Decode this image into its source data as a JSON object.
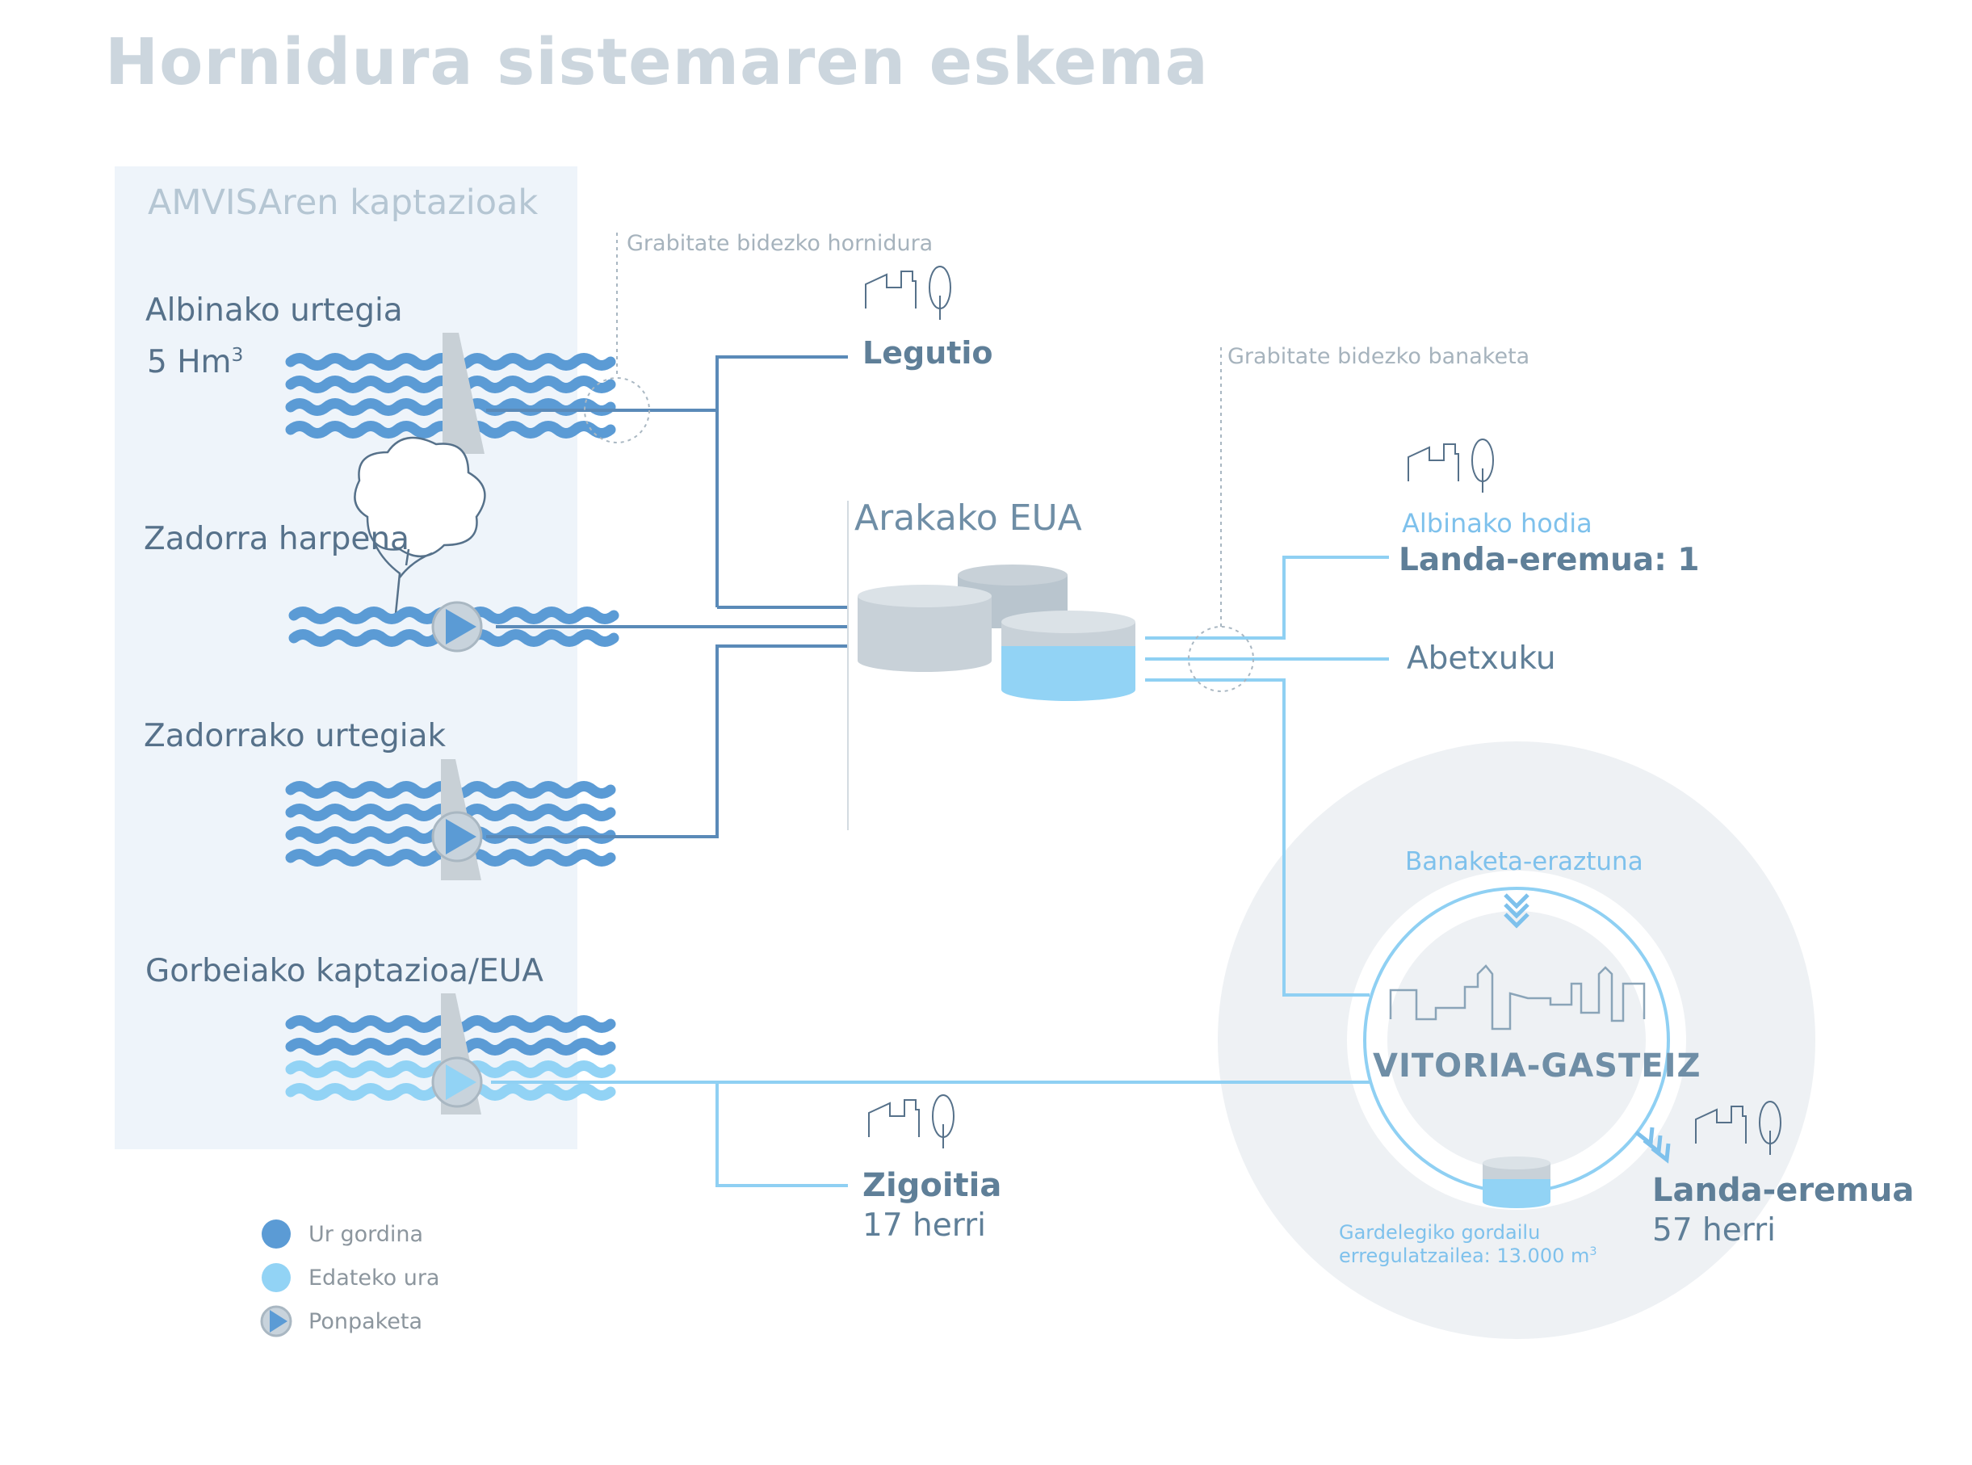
{
  "title": "Hornidura sistemaren eskema",
  "panel_title": "AMVISAren kaptazioak",
  "sources": {
    "albina": {
      "name": "Albinako urtegia",
      "volume": "5 Hm",
      "volume_sup": "3"
    },
    "zadorra_harpena": {
      "name": "Zadorra harpena"
    },
    "zadorra_urtegiak": {
      "name": "Zadorrako urtegiak"
    },
    "gorbeia": {
      "name": "Gorbeiako kaptazioa/EUA"
    }
  },
  "flow_labels": {
    "gravity_supply": "Grabitate bidezko hornidura",
    "gravity_distribution": "Grabitate bidezko banaketa"
  },
  "nodes": {
    "legutio": {
      "name": "Legutio"
    },
    "arakako_eua": {
      "name": "Arakako EUA"
    },
    "albinako_hodia": {
      "name": "Albinako hodia"
    },
    "landa_eremua_1": {
      "name": "Landa-eremua: 1"
    },
    "abetxuku": {
      "name": "Abetxuku"
    },
    "banaketa_eraztuna": {
      "name": "Banaketa-eraztuna"
    },
    "vitoria_gasteiz": {
      "name": "VITORIA-GASTEIZ"
    },
    "gardelegi": {
      "line1": "Gardelegiko gordailu",
      "line2": "erregulatzailea: 13.000 m",
      "sup": "3"
    },
    "zigoitia": {
      "name": "Zigoitia",
      "count": "17 herri"
    },
    "landa_eremua_2": {
      "name": "Landa-eremua",
      "count": "57 herri"
    }
  },
  "legend": {
    "raw_water": "Ur gordina",
    "drinking_water": "Edateko ura",
    "pumping": "Ponpaketa"
  },
  "colors": {
    "raw_water": "#5b9bd5",
    "drinking_water": "#92d3f5",
    "pump_fill": "#c8d3dc",
    "panel_bg": "#eef4fa",
    "line_dark": "#5a8ab8",
    "line_light": "#8fd0f3",
    "dam": "#c8d0d6",
    "tank": "#c8d1d8",
    "outer_ring": "#eef1f4",
    "icon_line": "#56718a"
  }
}
